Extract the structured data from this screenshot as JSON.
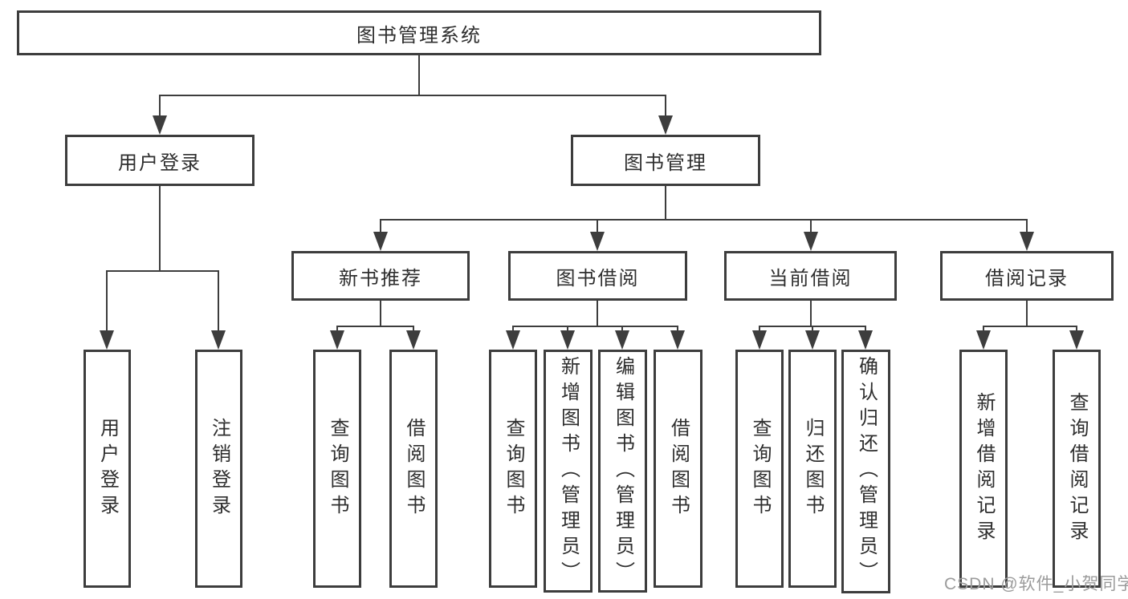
{
  "diagram": {
    "title": "图书管理系统",
    "root": {
      "label": "图书管理系统"
    },
    "level2": [
      {
        "label": "用户登录"
      },
      {
        "label": "图书管理"
      }
    ],
    "level3": [
      {
        "label": "新书推荐"
      },
      {
        "label": "图书借阅"
      },
      {
        "label": "当前借阅"
      },
      {
        "label": "借阅记录"
      }
    ],
    "leaves": {
      "user_login": [
        "用户登录",
        "注销登录"
      ],
      "new_book_recommend": [
        "查询图书",
        "借阅图书"
      ],
      "book_borrow": [
        "查询图书",
        "新增图书（管理员）",
        "编辑图书（管理员）",
        "借阅图书"
      ],
      "current_borrow": [
        "查询图书",
        "归还图书",
        "确认归还（管理员）"
      ],
      "borrow_records": [
        "新增借阅记录",
        "查询借阅记录"
      ]
    }
  },
  "watermark": {
    "text": "CSDN @软件_小贺同学"
  },
  "colors": {
    "line": "#3d3d3d",
    "text": "#2e2e2e",
    "background": "#ffffff",
    "watermark": "#9b9b9b"
  }
}
